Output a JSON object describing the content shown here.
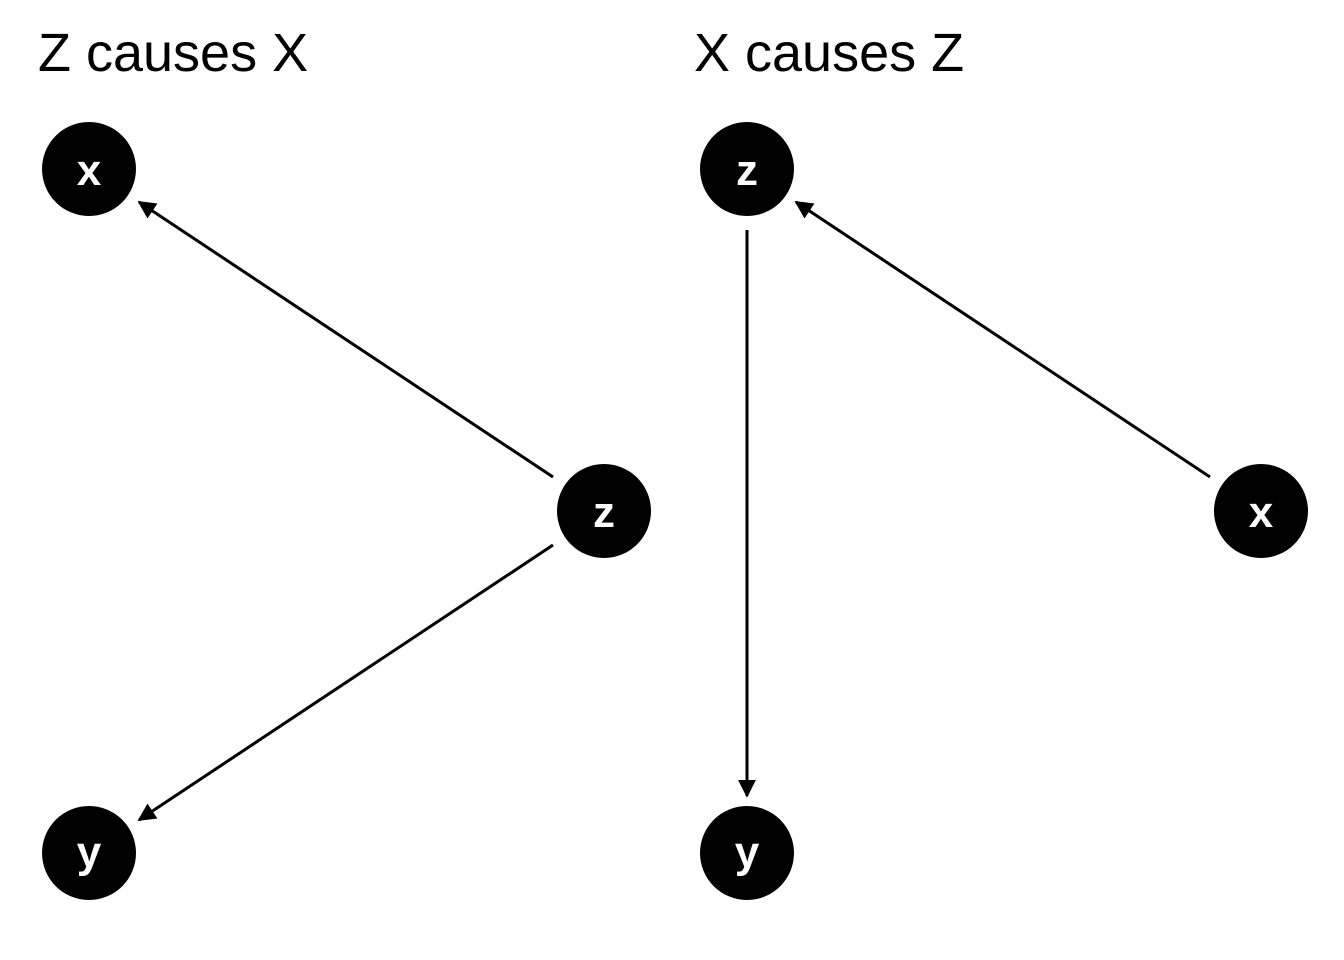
{
  "colors": {
    "background": "#ffffff",
    "node_fill": "#000000",
    "node_text": "#ffffff",
    "edge": "#000000"
  },
  "panels": [
    {
      "title": "Z causes X",
      "nodes": [
        {
          "id": "x",
          "label": "x"
        },
        {
          "id": "z",
          "label": "z"
        },
        {
          "id": "y",
          "label": "y"
        }
      ],
      "edges": [
        {
          "from": "z",
          "to": "x"
        },
        {
          "from": "z",
          "to": "y"
        }
      ]
    },
    {
      "title": "X causes Z",
      "nodes": [
        {
          "id": "z",
          "label": "z"
        },
        {
          "id": "x",
          "label": "x"
        },
        {
          "id": "y",
          "label": "y"
        }
      ],
      "edges": [
        {
          "from": "x",
          "to": "z"
        },
        {
          "from": "z",
          "to": "y"
        }
      ]
    }
  ]
}
